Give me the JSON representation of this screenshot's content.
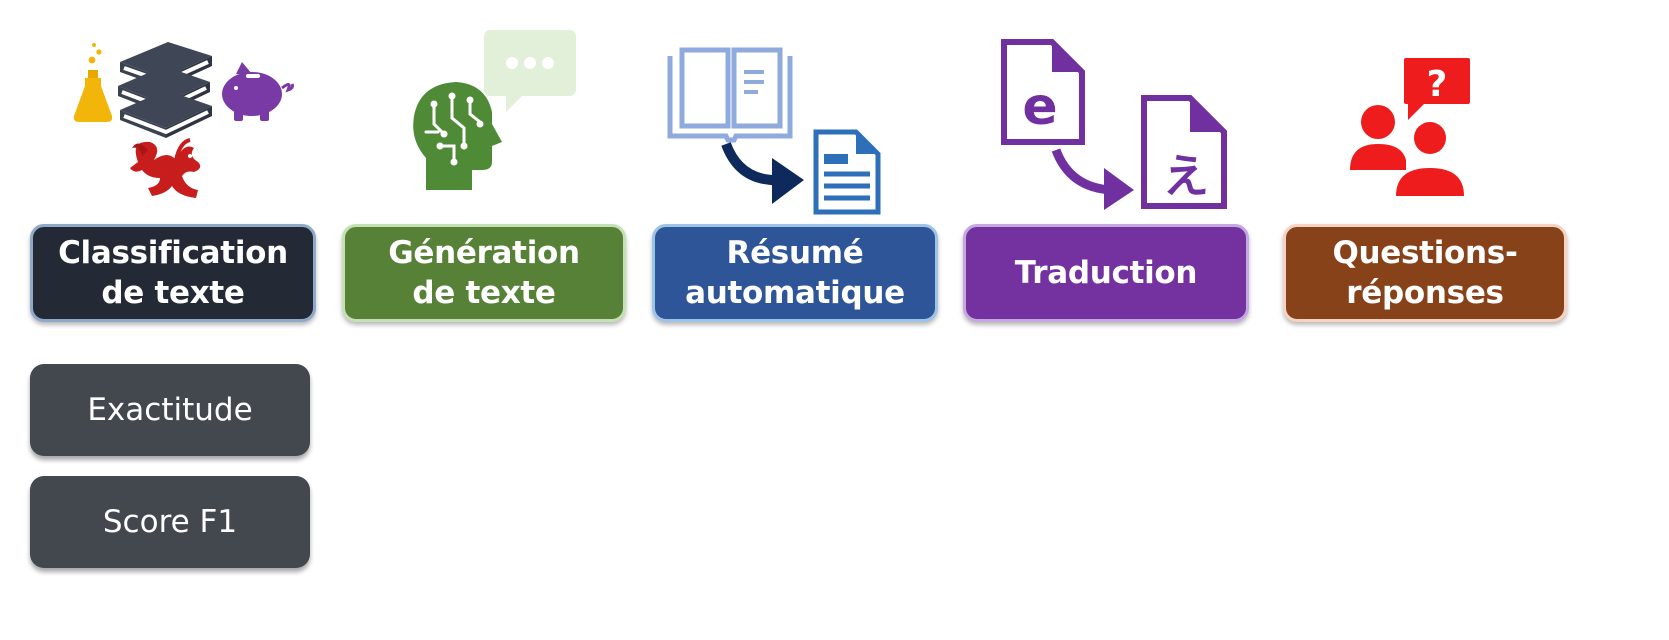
{
  "colors": {
    "classification": "#232a36",
    "generation": "#568137",
    "summarization": "#2d5597",
    "translation": "#7432a0",
    "qa": "#88421a",
    "metric": "#43474e"
  },
  "tasks": [
    {
      "label": "Classification\nde texte",
      "icon": "flask-books-piggybank-dragon-icon"
    },
    {
      "label": "Génération\nde texte",
      "icon": "brain-head-chat-bubble-icon"
    },
    {
      "label": "Résumé\nautomatique",
      "icon": "book-to-document-icon"
    },
    {
      "label": "Traduction",
      "icon": "document-translation-icon"
    },
    {
      "label": "Questions-\nréponses",
      "icon": "people-question-bubble-icon"
    }
  ],
  "metrics": [
    "Exactitude",
    "Score F1"
  ],
  "icons": {
    "translation_source_letter": "e",
    "translation_target_letter": "え",
    "qa_bubble_mark": "?"
  }
}
